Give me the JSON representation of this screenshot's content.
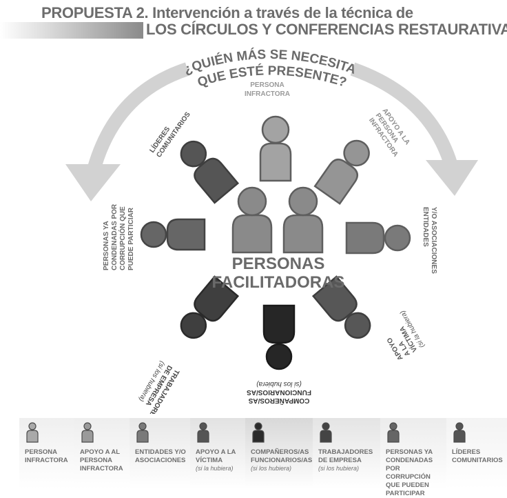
{
  "header": {
    "title_line1": "PROPUESTA 2. Intervención a través de la técnica de",
    "title_line2": "LOS CÍRCULOS  Y CONFERENCIAS RESTAURATIVAS"
  },
  "diagram": {
    "question_line1": "¿QUIÉN MÁS SE NECESITA",
    "question_line2": "QUE ESTÉ PRESENTE?",
    "center_line1": "PERSONAS",
    "center_line2": "FACILITADORAS",
    "labels": {
      "persona_infractora": [
        "PERSONA",
        "INFRACTORA"
      ],
      "apoyo_infractora": [
        "APOYO A LA",
        "PERSONA",
        "INFRACTORA"
      ],
      "entidades": [
        "ENTIDADES",
        "Y/O ASOCIACIONES"
      ],
      "apoyo_victima": [
        "APOYO",
        "A LA",
        "VÍCTIMA"
      ],
      "apoyo_victima_note": "(si la hubiera)",
      "companeros": [
        "COMPAÑEROS/AS",
        "FUNCIONARIOS/AS"
      ],
      "companeros_note": "(si los hubiera)",
      "trabajadores": [
        "TRABAJADORES",
        "DE EMPRESA"
      ],
      "trabajadores_note": "(si los hubiera)",
      "personas_condenadas": [
        "PERSONAS YA",
        "CONDENADAS POR",
        "CORRUPCIÓN QUE",
        "PUEDE PARTICIAR"
      ],
      "lideres": [
        "LÍDERES",
        "COMUNITARIOS"
      ]
    }
  },
  "colors": {
    "light": "#a3a3a3",
    "light2": "#8f8f8f",
    "mid": "#7a7a7a",
    "dark": "#5a5a5a",
    "darker": "#3f3f3f",
    "darkest": "#262626",
    "arrow": "#d2d2d2",
    "outline": "#5e5e5e"
  },
  "legend": [
    {
      "label": "PERSONA\nINFRACTORA",
      "note": "",
      "icon": "person-icon",
      "shade": "#a9a9a9"
    },
    {
      "label": "APOYO A AL\nPERSONA\nINFRACTORA",
      "note": "",
      "icon": "person-icon",
      "shade": "#9a9a9a"
    },
    {
      "label": "ENTIDADES Y/O\nASOCIACIONES",
      "note": "",
      "icon": "person-icon",
      "shade": "#7a7a7a"
    },
    {
      "label": "APOYO A LA\nVÍCTIMA",
      "note": "(si la hubiera)",
      "icon": "person-icon",
      "shade": "#555555"
    },
    {
      "label": "COMPAÑEROS/AS\nFUNCIONARIOS/AS",
      "note": "(si los hubiera)",
      "icon": "person-icon",
      "shade": "#2b2b2b"
    },
    {
      "label": "TRABAJADORES\nDE EMPRESA",
      "note": "(si los hubiera)",
      "icon": "person-icon",
      "shade": "#444444"
    },
    {
      "label": "PERSONAS YA\nCONDENADAS POR\nCORRUPCIÓN\nQUE PUEDEN\nPARTICIPAR",
      "note": "",
      "icon": "person-icon",
      "shade": "#666666"
    },
    {
      "label": "LÍDERES\nCOMUNITARIOS",
      "note": "",
      "icon": "person-icon",
      "shade": "#555555"
    }
  ]
}
